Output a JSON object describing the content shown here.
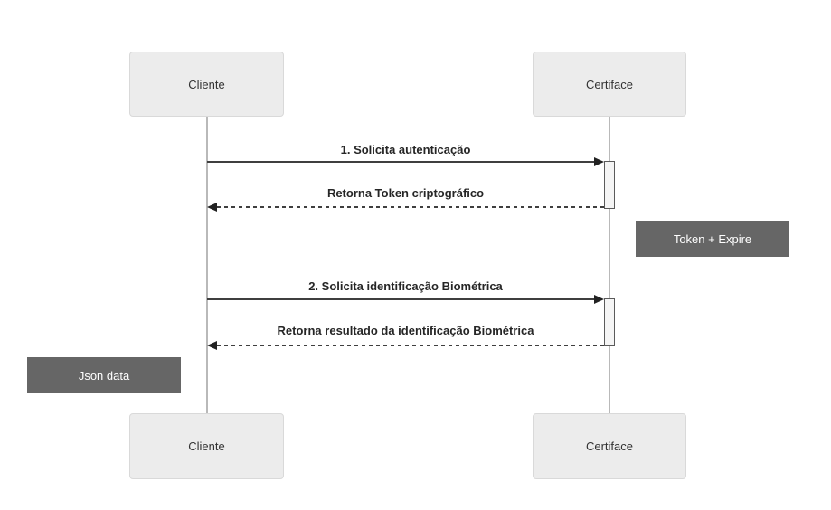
{
  "actors": {
    "cliente": "Cliente",
    "certiface": "Certiface"
  },
  "messages": [
    {
      "label": "1. Solicita autenticação",
      "from": "Cliente",
      "to": "Certiface",
      "line": "solid"
    },
    {
      "label": "Retorna Token criptográfico",
      "from": "Certiface",
      "to": "Cliente",
      "line": "dashed"
    },
    {
      "label": "2. Solicita identificação Biométrica",
      "from": "Cliente",
      "to": "Certiface",
      "line": "solid"
    },
    {
      "label": "Retorna resultado da identificação Biométrica",
      "from": "Certiface",
      "to": "Cliente",
      "line": "dashed"
    }
  ],
  "annotations": [
    {
      "label": "Token + Expire",
      "side": "right"
    },
    {
      "label": "Json data",
      "side": "left"
    }
  ],
  "colors": {
    "background": "#ffffff",
    "actor_fill": "#ececec",
    "actor_border": "#d9d9d9",
    "actor_text": "#333333",
    "lifeline": "#b9b9b9",
    "message_line": "#3f3f3f",
    "arrowhead": "#222222",
    "message_text": "#262626",
    "activation_fill": "#f5f5f5",
    "activation_border": "#5a5a5a",
    "annotation_fill": "#666666",
    "annotation_text": "#ffffff"
  }
}
